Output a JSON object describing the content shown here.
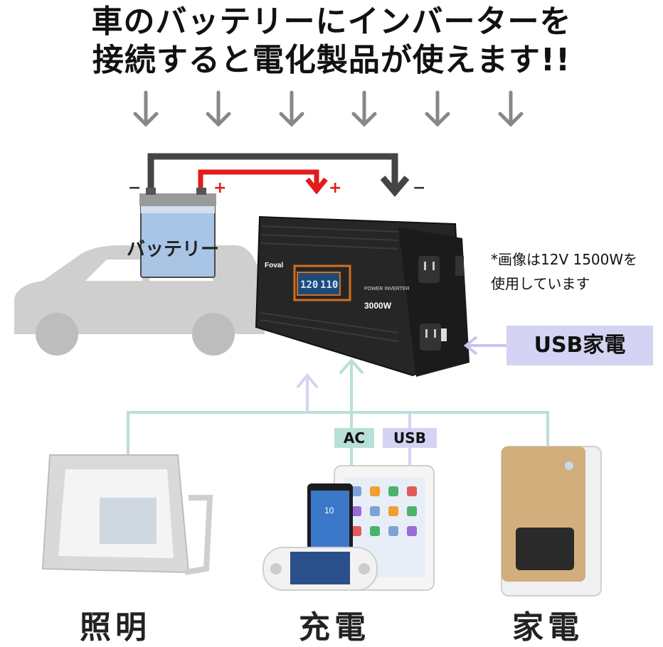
{
  "headline": {
    "line1": "車のバッテリーにインバーターを",
    "line2": "接続すると電化製品が使えます!!"
  },
  "battery": {
    "label": "バッテリー",
    "minus_left": "−",
    "plus_left": "+",
    "plus_right": "+",
    "minus_right": "−"
  },
  "inverter": {
    "brand": "Foval",
    "display_left": "120",
    "display_right": "110",
    "title": "POWER INVERTER",
    "watts": "3000W"
  },
  "note": {
    "line1": "*画像は12V 1500Wを",
    "line2": "使用しています"
  },
  "usb_appliance_label": "USB家電",
  "tags": {
    "ac": "AC",
    "usb": "USB"
  },
  "tablet": {
    "clock": "10"
  },
  "categories": {
    "lighting": "照明",
    "charging": "充電",
    "appliance": "家電"
  },
  "colors": {
    "wire_red": "#e31b1b",
    "wire_dark": "#444444",
    "teal": "#b9e0d6",
    "lavender": "#d4d3f3"
  }
}
